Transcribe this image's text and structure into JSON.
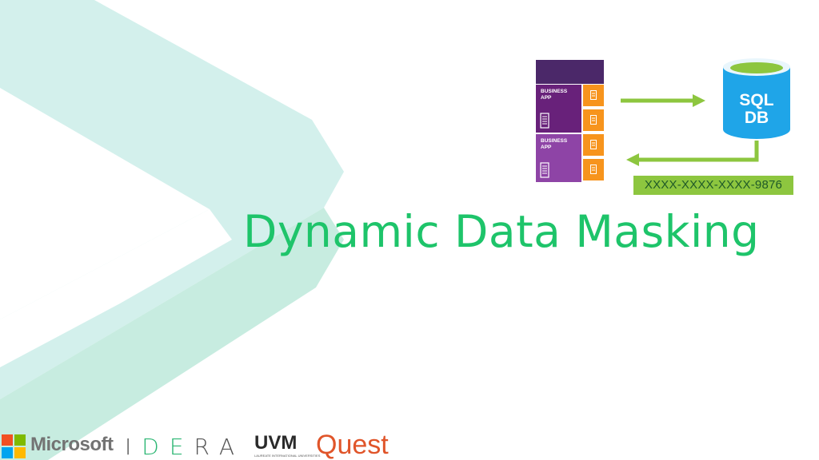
{
  "diagram": {
    "app_label_1": "BUSINESS APP",
    "app_label_2": "BUSINESS APP",
    "db_line_1": "SQL",
    "db_line_2": "DB",
    "masked_value": "XXXX-XXXX-XXXX-9876"
  },
  "title": "Dynamic Data Masking",
  "logos": {
    "microsoft": "Microsoft",
    "idera_1": "I",
    "idera_2": "D",
    "idera_3": "E",
    "idera_4": "R",
    "idera_5": "A",
    "uvm": "UVM",
    "uvm_sub": "LAUREATE INTERNATIONAL UNIVERSITIES",
    "quest": "Quest"
  },
  "colors": {
    "title": "#1ec46a",
    "arrow": "#8dc63f",
    "app_purple": "#68217a",
    "app_orange": "#f7941d",
    "db_blue": "#1fa5e8",
    "db_top": "#8dc63f"
  }
}
